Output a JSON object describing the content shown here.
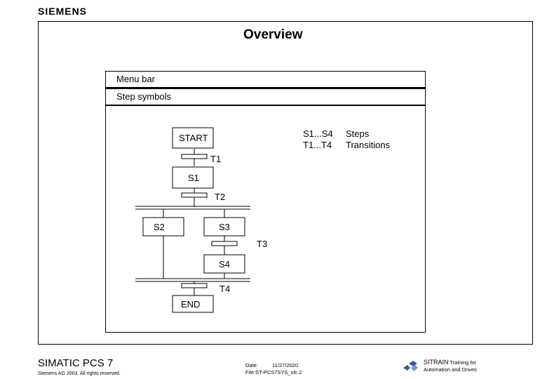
{
  "header": {
    "brand": "SIEMENS",
    "title": "Overview"
  },
  "bars": {
    "menu_bar": "Menu bar",
    "step_symbols": "Step symbols"
  },
  "legend": {
    "steps_range": "S1...S4",
    "steps_label": "Steps",
    "transitions_range": "T1...T4",
    "transitions_label": "Transitions"
  },
  "diagram": {
    "start": "START",
    "t1": "T1",
    "s1": "S1",
    "t2": "T2",
    "s2": "S2",
    "s3": "S3",
    "t3": "T3",
    "s4": "S4",
    "t4": "T4",
    "end": "END"
  },
  "footer": {
    "product": "SIMATIC PCS 7",
    "copyright": "Siemens AG 2003. All rights reserved.",
    "date_label": "Date:",
    "date_value": "11/27/2020",
    "file": "File:ST-PCS7SYS_sfc.2",
    "sitrain_brand": "SITRAIN",
    "sitrain_tagline_1": "Training for",
    "sitrain_tagline_2": "Automation and Drives"
  }
}
